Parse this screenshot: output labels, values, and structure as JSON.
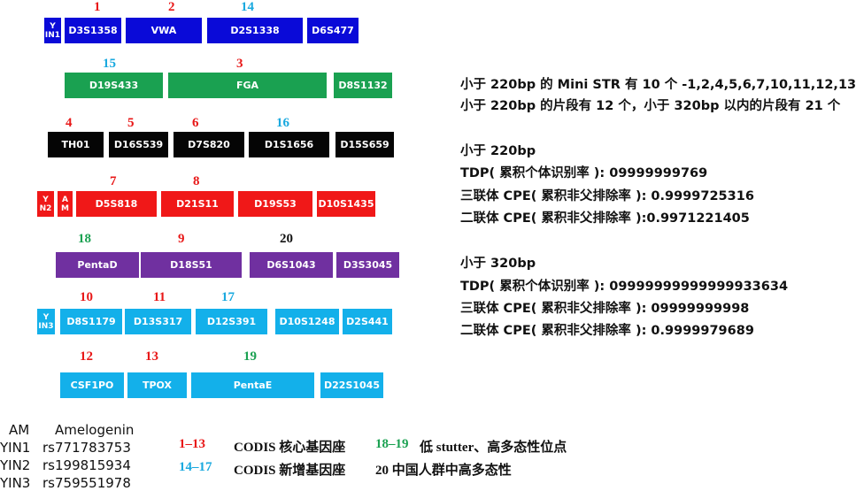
{
  "rows": [
    {
      "markers": [
        "Y\nIN1",
        "D3S1358",
        "VWA",
        "D2S1338",
        "D6S477"
      ]
    },
    {
      "markers": [
        "D19S433",
        "FGA",
        "D8S1132"
      ]
    },
    {
      "markers": [
        "TH01",
        "D16S539",
        "D7S820",
        "D1S1656",
        "D15S659"
      ]
    },
    {
      "markers": [
        "Y\nN2",
        "A\nM",
        "D5S818",
        "D21S11",
        "D19S53",
        "D10S1435"
      ]
    },
    {
      "markers": [
        "PentaD",
        "D18S51",
        "D6S1043",
        "D3S3045"
      ]
    },
    {
      "markers": [
        "Y\nIN3",
        "D8S1179",
        "D13S317",
        "D12S391",
        "D10S1248",
        "D2S441"
      ]
    },
    {
      "markers": [
        "CSF1PO",
        "TPOX",
        "PentaE",
        "D22S1045"
      ]
    }
  ],
  "numbers": [
    "1",
    "2",
    "14",
    "15",
    "3",
    "4",
    "5",
    "6",
    "16",
    "7",
    "8",
    "18",
    "9",
    "20",
    "10",
    "11",
    "17",
    "12",
    "13",
    "19"
  ],
  "info": {
    "line1": "小于 220bp 的 Mini STR 有 10 个 -1,2,4,5,6,7,10,11,12,13",
    "line2": "小于 220bp 的片段有 12 个，小于 320bp 以内的片段有 21 个",
    "h220": "小于 220bp",
    "tdp220": "TDP( 累积个体识别率 ): 09999999769",
    "cpe3_220": "三联体 CPE( 累积非父排除率 ): 0.9999725316",
    "cpe2_220": "二联体 CPE( 累积非父排除率 ):0.9971221405",
    "h320": "小于 320bp",
    "tdp320": "TDP( 累积个体识别率 ): 09999999999999933634",
    "cpe3_320": "三联体 CPE( 累积非父排除率 ): 09999999998",
    "cpe2_320": "二联体 CPE( 累积非父排除率 ): 0.9999979689"
  },
  "legend": {
    "am": "AM",
    "am_v": "Amelogenin",
    "yin1": "YIN1",
    "yin1_v": "rs771783753",
    "yin2": "YIN2",
    "yin2_v": "rs199815934",
    "yin3": "YIN3",
    "yin3_v": "rs759551978",
    "k1": "1–13",
    "k1_t": "CODIS 核心基因座",
    "k2": "14–17",
    "k2_t": "CODIS 新增基因座",
    "k3": "18–19",
    "k3_t": "低 stutter、高多态性位点",
    "k4_t": "20 中国人群中高多态性"
  },
  "colors": {
    "blue": "#0a0ad8",
    "green": "#1aa151",
    "black": "#050505",
    "red": "#f01818",
    "purple": "#7030a0",
    "cyan": "#13b0ea",
    "num_red": "#e81818",
    "num_cyan": "#1aa9df"
  }
}
